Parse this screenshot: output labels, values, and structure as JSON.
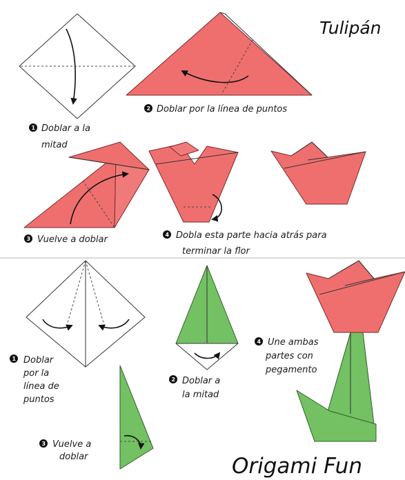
{
  "titles": {
    "tulip": "Tulipán",
    "brand": "Origami Fun"
  },
  "flower": {
    "step1": {
      "num": "1",
      "line1": "Doblar a la",
      "line2": "mitad"
    },
    "step2": {
      "num": "2",
      "line1": "Doblar por la línea de puntos"
    },
    "step3": {
      "num": "3",
      "line1": "Vuelve a doblar"
    },
    "step4": {
      "num": "4",
      "line1": "Dobla esta parte hacia atrás para",
      "line2": "terminar la flor"
    }
  },
  "stem": {
    "step1": {
      "num": "1",
      "line1": "Doblar",
      "line2": "por la",
      "line3": "línea de",
      "line4": "puntos"
    },
    "step2": {
      "num": "2",
      "line1": "Doblar a",
      "line2": "la mitad"
    },
    "step3": {
      "num": "3",
      "line1": "Vuelve a",
      "line2": "doblar"
    },
    "step4": {
      "num": "4",
      "line1": "Une ambas",
      "line2": "partes con",
      "line3": "pegamento"
    }
  },
  "colors": {
    "petal": "#ef6f6f",
    "leaf": "#73c163",
    "paper": "#ffffff"
  }
}
